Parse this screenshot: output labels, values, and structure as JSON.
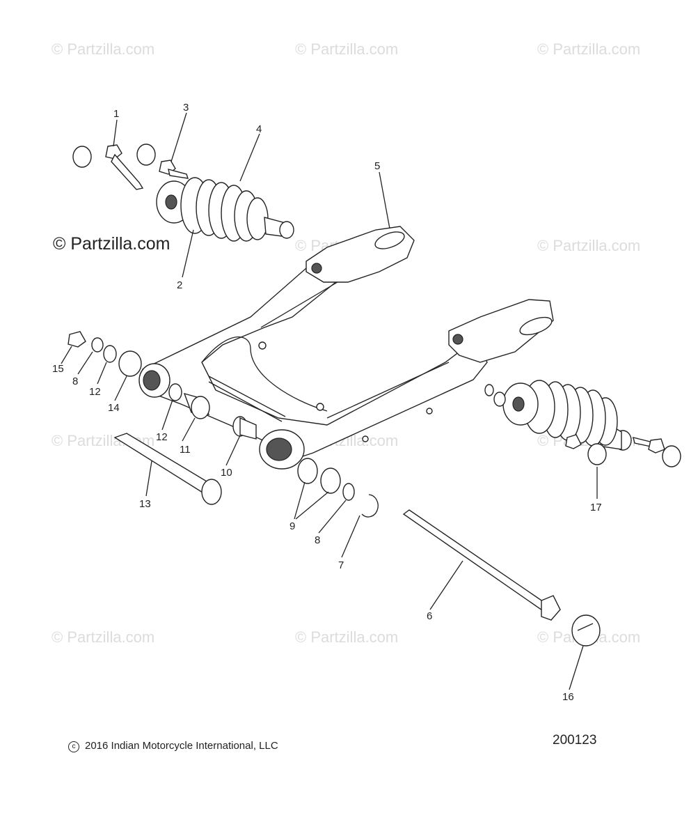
{
  "watermarks": [
    "© Partzilla.com",
    "© Partzilla.com",
    "© Partzilla.com",
    "© Partzilla.com",
    "© Partzilla.com",
    "© Partzilla.com",
    "© Partzilla.com",
    "© Partzilla.com",
    "© Partzilla.com",
    "© Partzilla.com",
    "© Partzilla.com"
  ],
  "brand_label": "© Partzilla.com",
  "copyright_text": "2016 Indian Motorcycle International, LLC",
  "diagram_code": "200123",
  "callouts": [
    "1",
    "2",
    "3",
    "4",
    "5",
    "6",
    "7",
    "8",
    "9",
    "10",
    "11",
    "12",
    "13",
    "14",
    "15",
    "8",
    "12",
    "16",
    "17"
  ]
}
